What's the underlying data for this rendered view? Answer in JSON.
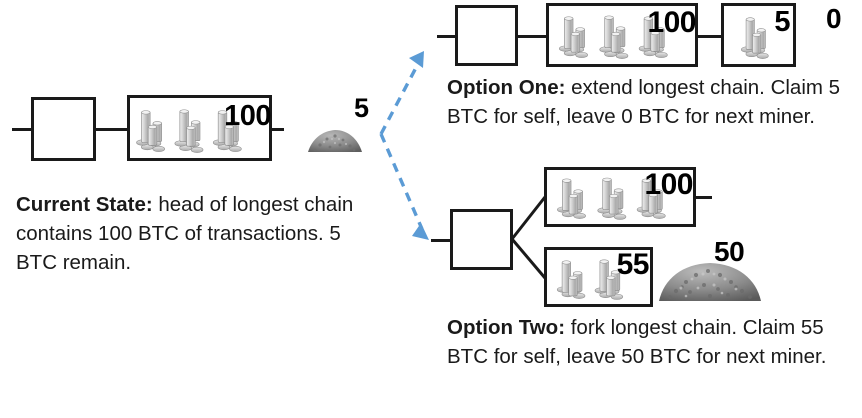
{
  "figure": {
    "title": "Bitcoin miner strategy: extend vs. fork the longest chain",
    "background_color": "#ffffff",
    "line_color": "#1a1a1a",
    "arrow_color": "#5b9bd5",
    "coin_color": "#c9c9c9",
    "gravel_color": "#8a8a8a"
  },
  "current_state": {
    "chain": {
      "block_empty_label": "",
      "block_value_label": "100"
    },
    "remaining_label": "5",
    "caption_bold": "Current State:",
    "caption_rest": " head of longest chain contains 100 BTC of transactions. 5 BTC remain.",
    "caption_lines": [
      "Current State: head of longest",
      "chain contains 100 BTC of",
      "transactions. 5 BTC remain."
    ]
  },
  "option_one": {
    "chain": {
      "block_empty_label": "",
      "block_value_label": "100",
      "block_claim_label": "5"
    },
    "remaining_label": "0",
    "caption_bold": "Option One:",
    "caption_rest": " extend longest chain. Claim 5 BTC for self, leave 0 BTC for next miner.",
    "caption_lines": [
      "Option One: extend longest chain.",
      "Claim 5 BTC for self, leave 0 BTC for",
      "next miner."
    ]
  },
  "option_two": {
    "chain": {
      "block_empty_label": "",
      "block_upper_label": "100",
      "block_lower_label": "55"
    },
    "remaining_label": "50",
    "caption_bold": "Option Two:",
    "caption_rest": " fork longest chain. Claim 55 BTC for self, leave 50 BTC for next miner.",
    "caption_lines": [
      "Option Two: fork longest chain.",
      "Claim 55 BTC for self, leave 50 BTC",
      "for next miner."
    ]
  },
  "icons": {
    "coin_stack": "coin-stack-icon",
    "gravel_pile": "gravel-pile-icon",
    "branch_arrow": "dashed-branch-arrow-icon"
  }
}
